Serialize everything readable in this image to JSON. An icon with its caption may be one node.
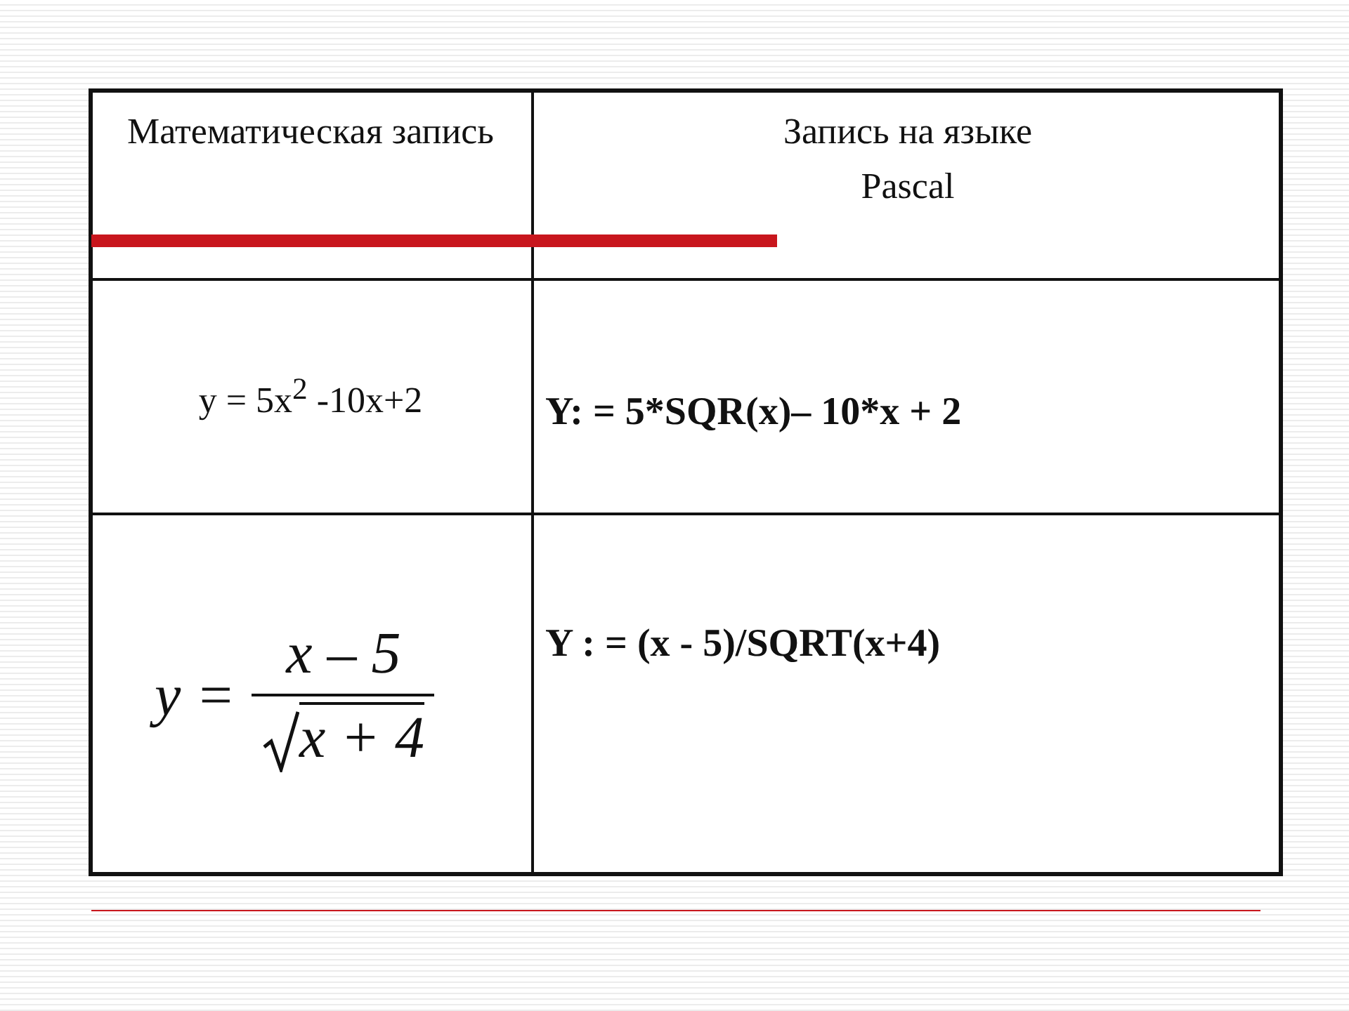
{
  "diagram": {
    "labels": [
      "Математическая запись",
      "Запись на языке",
      "Pascal",
      "y = 5x$^{2}$ -10x+2",
      "Y: = 5*SQR(x)– 10*x + 2",
      "y =",
      "x – 5",
      "x + 4",
      "Y : = (x - 5)/SQRT(x+4)"
    ]
  }
}
